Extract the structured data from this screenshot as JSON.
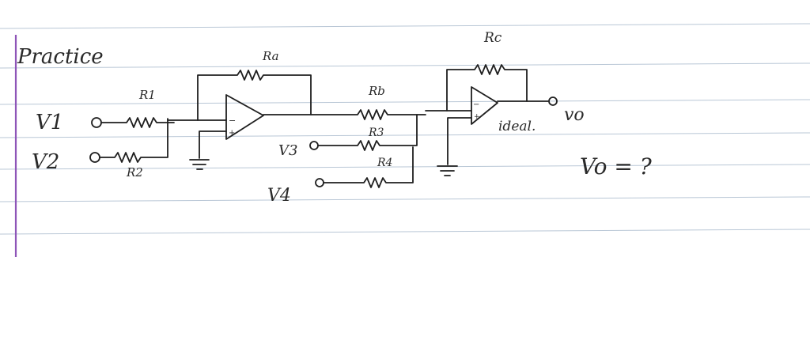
{
  "notebook": {
    "title": "Practice",
    "colors": {
      "ink": "#1f1f1f",
      "rule": "#b9c7d6",
      "margin": "#8e55b8",
      "paper": "#ffffff"
    }
  },
  "circuit": {
    "inputs": {
      "v1": "V1",
      "v2": "V2",
      "v3": "V3",
      "v4": "V4"
    },
    "resistors": {
      "r1": "R1",
      "r2": "R2",
      "ra": "Ra",
      "rb": "Rb",
      "r3": "R3",
      "r4": "R4",
      "rc": "Rc"
    },
    "output": "vo",
    "note_ideal": "ideal.",
    "question": "Vo = ?"
  }
}
